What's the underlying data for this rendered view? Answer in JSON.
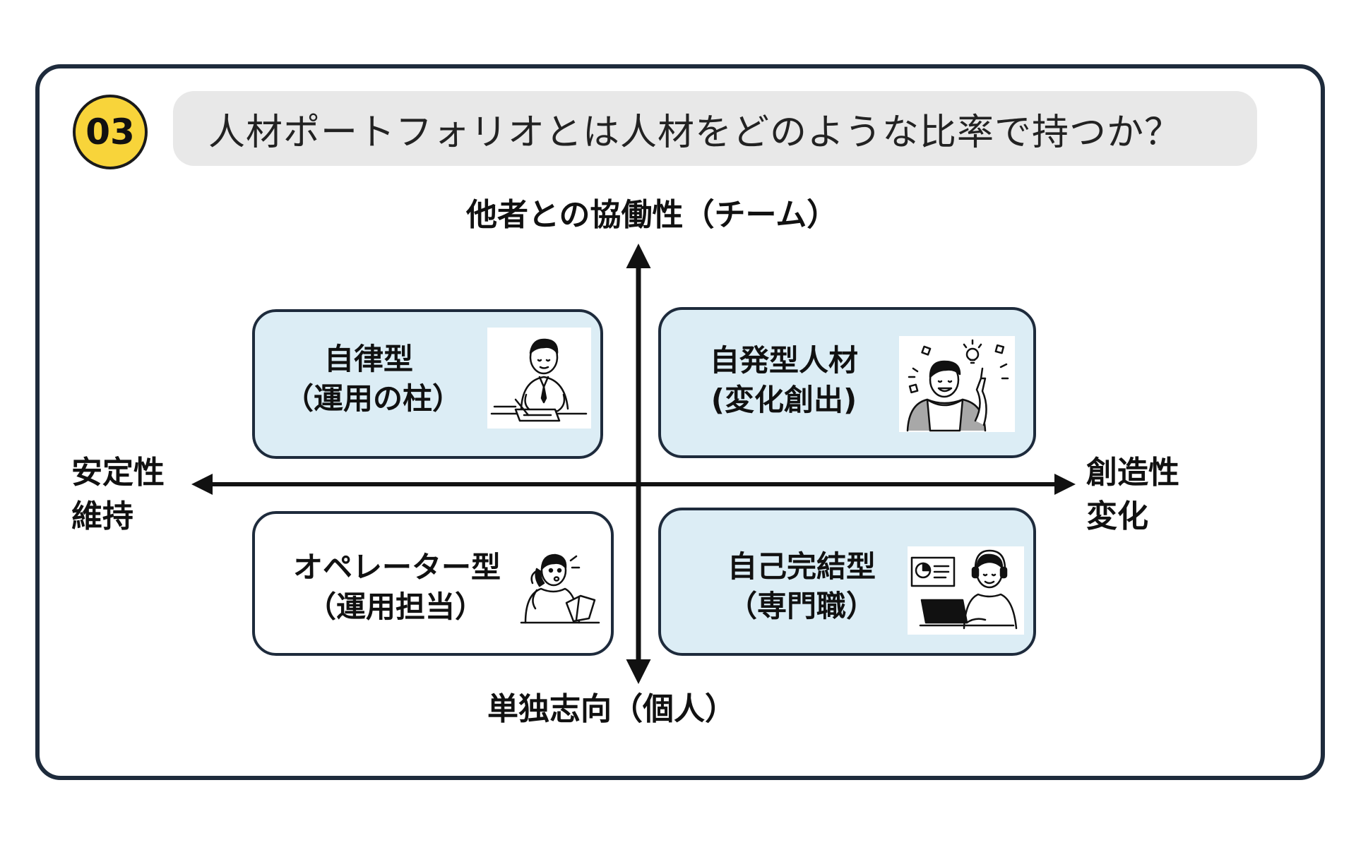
{
  "badge": {
    "number": "03",
    "color": "#f8d43a"
  },
  "title": "人材ポートフォリオとは人材をどのような比率で持つか？",
  "axes": {
    "top": "他者との協働性（チーム）",
    "bottom": "単独志向（個人）",
    "left": [
      "安定性",
      "維持"
    ],
    "right": [
      "創造性",
      "変化"
    ]
  },
  "quadrants": {
    "top_left": {
      "line1": "自律型",
      "line2": "（運用の柱）",
      "icon": "man-writing-at-desk-icon",
      "fill": "#dcedf5"
    },
    "top_right": {
      "line1": "自発型人材",
      "line2": "(変化創出)",
      "icon": "person-with-idea-lightbulb-icon",
      "fill": "#dcedf5"
    },
    "bottom_left": {
      "line1": "オペレーター型",
      "line2": "（運用担当）",
      "icon": "person-on-phone-icon",
      "fill": "#ffffff"
    },
    "bottom_right": {
      "line1": "自己完結型",
      "line2": "（専門職）",
      "icon": "person-at-laptop-with-headset-icon",
      "fill": "#dcedf5"
    }
  },
  "colors": {
    "frame": "#1e2b3c",
    "title_bg": "#e8e8e8",
    "axis": "#111111"
  }
}
